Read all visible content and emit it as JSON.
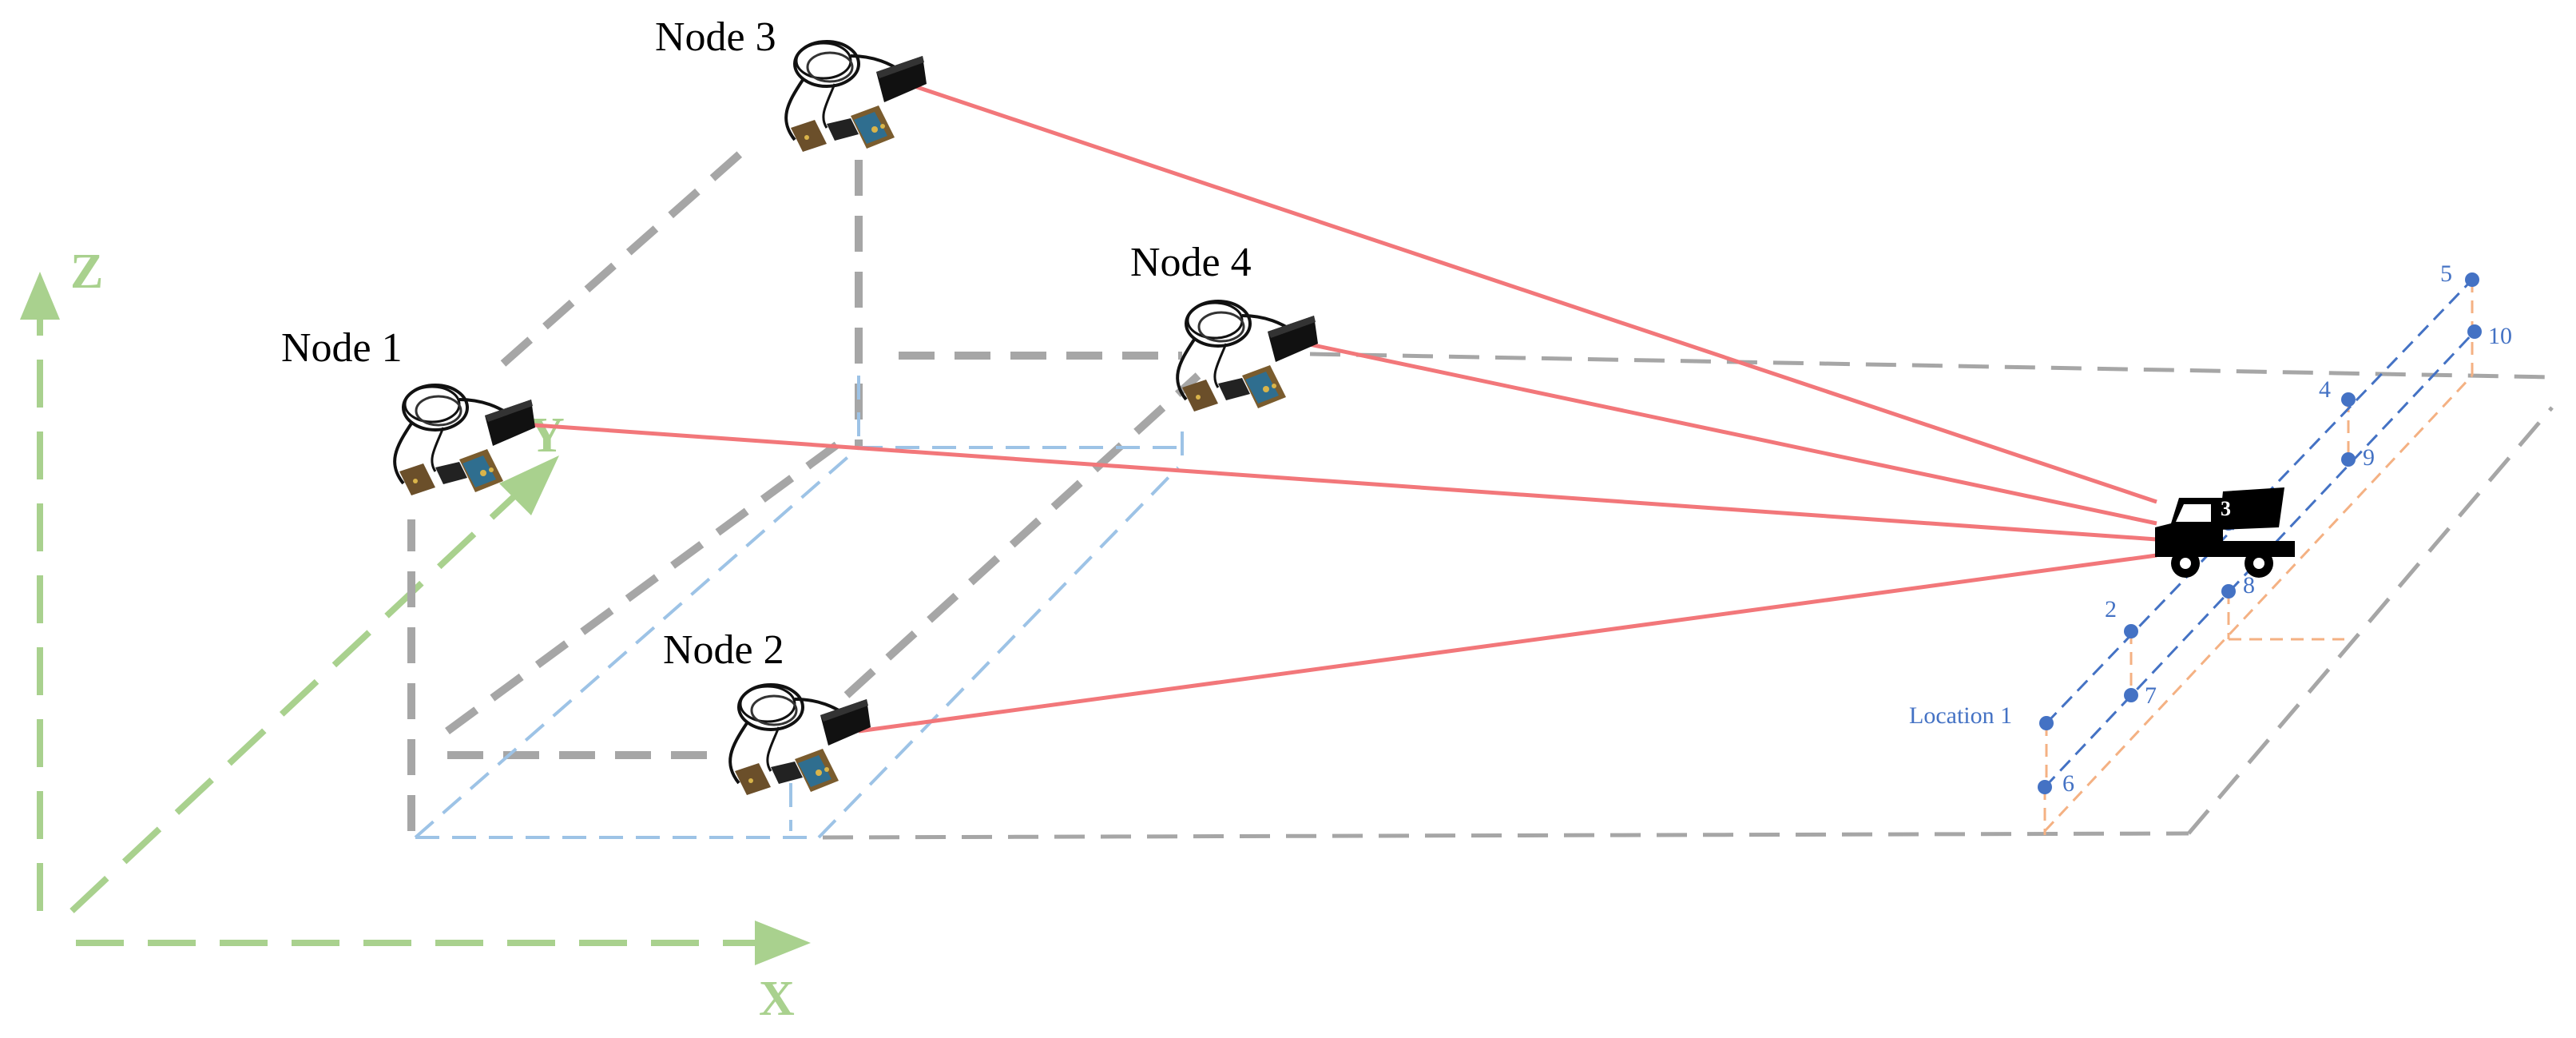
{
  "axes": {
    "x": "X",
    "y": "Y",
    "z": "Z"
  },
  "nodes": [
    {
      "id": "node-1",
      "label": "Node 1"
    },
    {
      "id": "node-2",
      "label": "Node 2"
    },
    {
      "id": "node-3",
      "label": "Node 3"
    },
    {
      "id": "node-4",
      "label": "Node 4"
    }
  ],
  "locations": [
    "Location 1",
    "2",
    "3",
    "4",
    "5",
    "6",
    "7",
    "8",
    "9",
    "10"
  ],
  "colors": {
    "axis": "#a9d18e",
    "link": "#f2777a",
    "frame": "#a6a6a6",
    "floor": "#9dc3e6",
    "locations": "#4472c4",
    "projection": "#f4b183",
    "truck": "#000000"
  },
  "icons": {
    "node": "sensor-node-icon",
    "vehicle": "dump-truck-icon"
  }
}
